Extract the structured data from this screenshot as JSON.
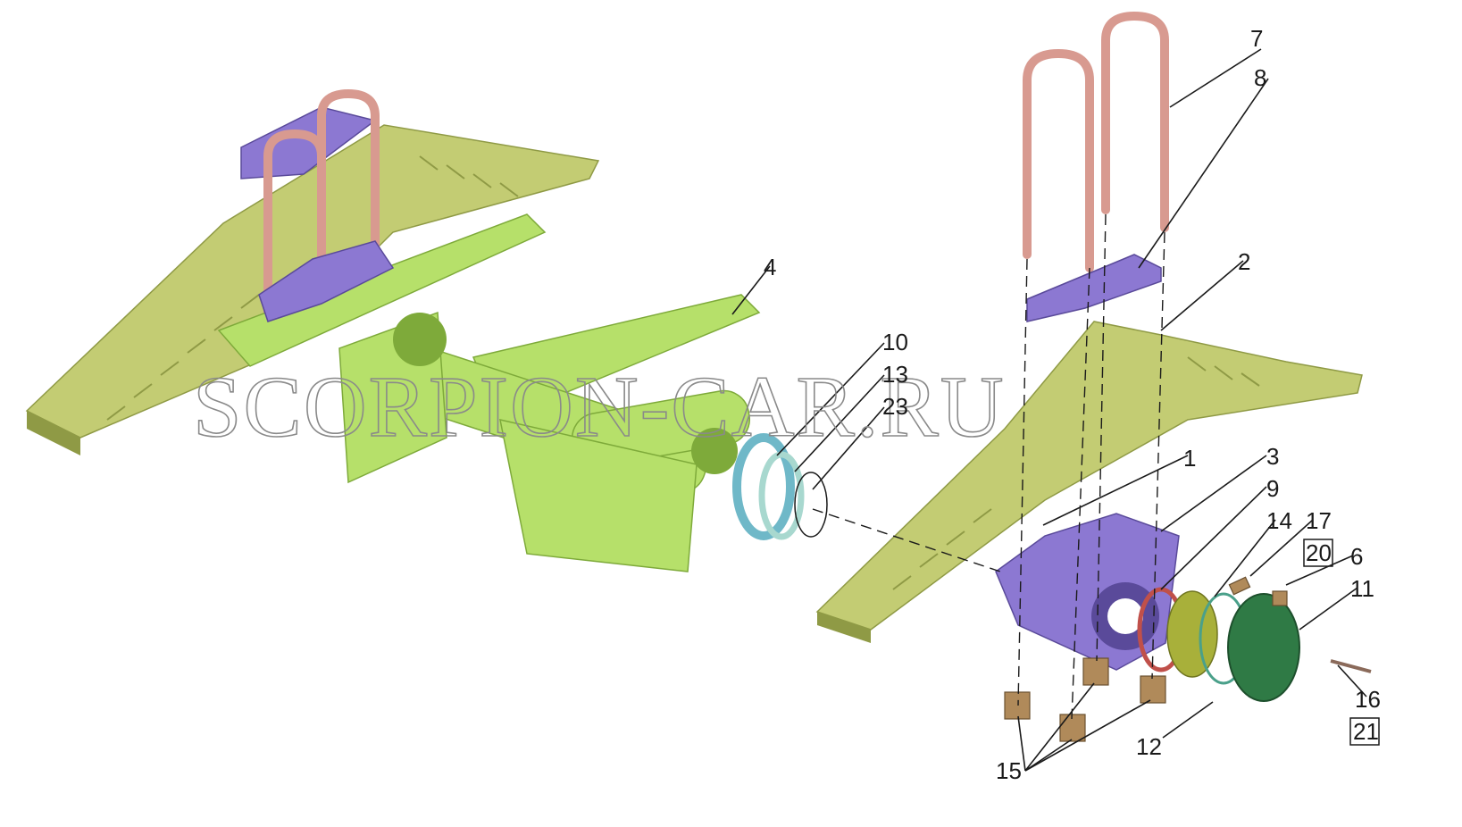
{
  "watermark": "SCORPION-CAR.RU",
  "callouts": {
    "c1": "1",
    "c2": "2",
    "c3": "3",
    "c4": "4",
    "c6": "6",
    "c7": "7",
    "c8": "8",
    "c9": "9",
    "c10": "10",
    "c11": "11",
    "c12": "12",
    "c13": "13",
    "c14": "14",
    "c15": "15",
    "c16": "16",
    "c17": "17",
    "c20": "20",
    "c21": "21",
    "c23": "23"
  },
  "colors": {
    "spring": "#c3cc73",
    "spring_dark": "#8f9a45",
    "beam": "#b6e06a",
    "beam_dark": "#7eaa3a",
    "purple": "#8c78d2",
    "purple_dark": "#5a4a9a",
    "ubolt": "#d89a90",
    "seal_blue": "#6fb8c8",
    "cover_green": "#2f7a45",
    "nut": "#b08a5a"
  }
}
